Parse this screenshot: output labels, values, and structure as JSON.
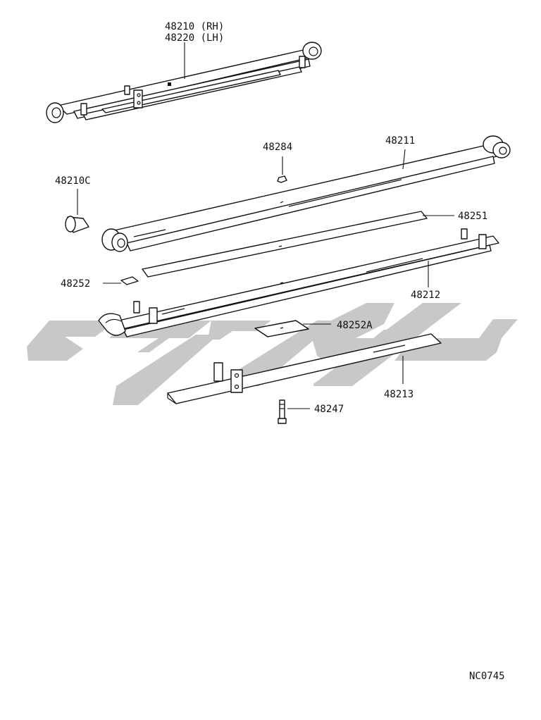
{
  "diagram": {
    "labels": {
      "p48210": "48210 (RH)",
      "p48220": "48220 (LH)",
      "p48284": "48284",
      "p48211": "48211",
      "p48210C": "48210C",
      "p48251": "48251",
      "p48252": "48252",
      "p48212": "48212",
      "p48252A": "48252A",
      "p48213": "48213",
      "p48247": "48247"
    },
    "code": "NC0745"
  },
  "colors": {
    "line": "#111111",
    "watermark": "#c8c8c8",
    "background": "#ffffff"
  }
}
